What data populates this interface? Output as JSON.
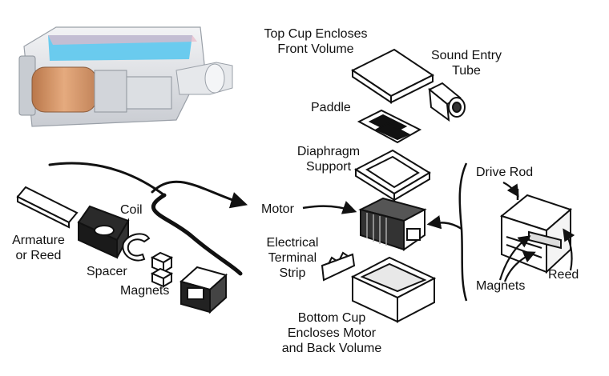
{
  "labels": {
    "top_cup": [
      "Top Cup Encloses",
      "Front Volume"
    ],
    "sound_entry": [
      "Sound Entry",
      "Tube"
    ],
    "paddle": "Paddle",
    "diaphragm": [
      "Diaphragm",
      "Support"
    ],
    "motor": "Motor",
    "electrical": [
      "Electrical",
      "Terminal",
      "Strip"
    ],
    "bottom_cup": [
      "Bottom Cup",
      "Encloses Motor",
      "and Back Volume"
    ],
    "coil": "Coil",
    "armature": [
      "Armature",
      "or Reed"
    ],
    "spacer": "Spacer",
    "magnets_left": "Magnets",
    "drive_rod": "Drive Rod",
    "magnets_right": "Magnets",
    "reed": "Reed"
  },
  "colors": {
    "ink": "#111111",
    "housing_shell": "#e2e4e8",
    "housing_top": "#5cc8ee",
    "coil_copper": "#d79a6a"
  }
}
